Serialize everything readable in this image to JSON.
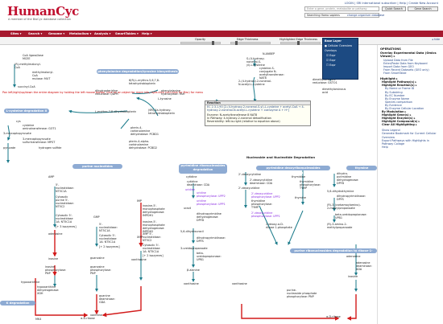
{
  "header": {
    "logo_text": "HumanCyc",
    "logo_sub": "A member of the BioCyc database collection",
    "top_links": "LOGIN | SRI International subscriber | Help | Create New Account",
    "search_placeholder": "Enter a gene, protein, metabolite or pathway",
    "quick_search_label": "Quick Search",
    "gene_search_label": "Gene Search",
    "organism_label": "Searching Homo sapiens",
    "change_organism_label": "change organism database"
  },
  "menubar": {
    "items": [
      "Sites ▾",
      "Search ▾",
      "Genome ▾",
      "Metabolism ▾",
      "Analysis ▾",
      "SmartTables ▾",
      "Help ▾"
    ],
    "help_right": "◂ hide"
  },
  "toolbar": {
    "opacity_label": "Opacity",
    "edge_label": "Edge Thickness",
    "hl_edge_label": "Highlighted Edge Thickness"
  },
  "layer_panel": {
    "title": "Base Layer",
    "option_cellular": "Cellular Overview",
    "overlays_label": "Overlays",
    "opt1": "Expr",
    "opt2": "Expr",
    "opt3": "Expr"
  },
  "warning": "Pan left/right/up/down the entire diagram by holding the left mouse button, click on an object for more info, right-click (ctrl-click for Mac) for menu",
  "tooltip": {
    "title": "Reaction",
    "reaction": "EC 2.3.1.90 [2-(4-hydroxy-2-nonenal-S-yl)-L-cysteine + acetyl-CoA → 4-hydroxy-2-nonenal-N-acetyl-L-cysteine + coenzyme A + H⁺]",
    "enzyme": "Enzyme: N-acetyltransferase 8 NAT8",
    "pathway": "In Pathway: 4-hydroxy-2-nonenal detoxification",
    "reversibility": "Reversibility: left-to-right (relative to equation above)"
  },
  "right_panel": {
    "operations_title": "OPERATIONS",
    "overlay_title": "Overlay Experimental Data (Omics Viewer) ▸",
    "overlay_items": [
      "Upload Data from File",
      "Enter/Paste Data from Keyboard",
      "Import Data from GEO",
      "From Recent Datasets (GEO only)",
      "From SmartTable"
    ],
    "highlight_title": "Highlight ▸",
    "highlight_items": [
      "Highlight Pathway(s) ▸",
      "Highlight Reaction(s) ▸",
      "By Name or Frame ID",
      "By Substring",
      "By EC Number",
      "By Enzyme Name",
      "Species comparison",
      "By Evidence",
      "By Enzyme Cellular Location",
      "By Modulation ▸",
      "Highlight Gene(s) ▸",
      "Highlight Enzyme(s) ▸",
      "Highlight Compound(s) ▸",
      "Clear All Highlighting ▸"
    ],
    "other_items": [
      "Show Legend",
      "Generate Bookmark for Current Cellular Overview",
      "Export Pathways with Highlights in Pathway Collage",
      "Help"
    ]
  },
  "pathways": {
    "phenylalanine": "phenylalanine degradation/tyrosine biosynthesis",
    "cysteine": "L-cysteine degradation II",
    "purine_deg": "purine nucleotides degradation",
    "pyr_deg": "pyrimidine ribonucleosides degradation",
    "pyr_deoxy": "pyrimidine deoxyribonucleosides degradation",
    "tyro_deg": "thymine degradation",
    "nucleo_title": "Nucleoside and Nucleotide Degradation",
    "purine_ribo": "purine ribonucleosides degradation to ribose-1-phosphate",
    "k_deg": "K degradation"
  },
  "nodes": {
    "n1": "CoA ligase/lase\nMCEE",
    "n2": "(R)-methylmalonyl-\nCoA",
    "n3": "methylmalonyl-\nCoA\nmutase: MUT",
    "n4": "succinyl-CoA",
    "n5": "6(R)-L-erythro-5,6,7,8-\ntetrahydrobiopterin",
    "n6": "phenylalanine\nhydroxylase: PAH",
    "n7": "L-tyrosine",
    "n8": "dihydropteridine\nreductase: QDPR",
    "n9": "L-erythro-7,8-dihydrobiopterin",
    "n10": "(6R)-4a-hydroxy-\ntetrahydrobiopterin",
    "n11": "pterin-4-\ncarbinolamine\ndehydratase: PCBD1",
    "n12": "pterin-4-alpha-\ncarbinolamine\ndehydratase: PCBD2",
    "n13": "cys",
    "n14": "cysteine\naminotransferase: GOT1",
    "n15": "3-mercaptopyruvate",
    "n16": "3-mercaptopyruvate\nsulfurtransferase: MPST",
    "n17": "pyruvate",
    "n18": "hydrogen sulfide",
    "n19": "N-ANBEP",
    "n20": "S-(4-hydroxy-\nnonenal-S-\nyl)-L-cysteine",
    "n21": "cysteine-S-\nconjugate N-\nacetyltransferase:\nNAT8",
    "n22": "2-(4-hydroxy-2-nonenal-\nN-acetyl-L-cysteine",
    "n23": "dimethylarsinate\nreductase: GSTO1",
    "n24": "dimethylarsinous\nacid",
    "n25": "AMP",
    "n26": "5'-\nnucleotidase:\nNT5C1A",
    "n27": "Cytosolic\npurine 5'-\nnucleotidase:\nNT5C2",
    "n28": "Cytosolic 5'-\nnucleotidase\n1A: NT5C1A",
    "n29": "[+ 3 isozymes]",
    "n30": "adenosine",
    "n31": "inosine",
    "n32": "GMP",
    "n33": "5'-\nnucleotidase:\nNT5C1A",
    "n34": "Cytosolic 5'-\nnucleotidase\n1A: NT5C1A",
    "n35": "[+ 2 isozymes]",
    "n36": "guanosine",
    "n37": "IMP",
    "n38": "inosine-5'-\nmonophosphate\ndehydrogenase:\nIMPDH1",
    "n39": "inosine-5'-\nmonophosphate\ndehydrogenase:\nIMPDH2",
    "n40": "XMP",
    "n41": "XMP 5'-\nnucleotidase:\nNT5C2",
    "n42": "Cytosolic 5'-\nnucleotidase\n1A: NT5C1A",
    "n43": "[+ 2 isozymes]",
    "n44": "xanthosine",
    "n45": "inosine\nphosphorylase:\nPNP",
    "n46": "guanosine\nphosphorylase:\nPNP",
    "n47": "hypoxanthine",
    "n48": "hypoxanthine\ndehydrogenase:\nXDH",
    "n49": "guanine\ndeaminase:\nGDA",
    "n50": "xanthine",
    "n51": "MK4",
    "n52": "cytidine",
    "n53": "cytidine\ndeaminase: CDA",
    "n54": "uridine",
    "n55": "uridine\nphosphorylase: UPP2",
    "n56": "uridine\nphosphorylase: UPP1",
    "n57": "uracil",
    "n58": "dihydropyrimidine\ndehydrogenase:\nDPYD",
    "n59": "5,6-dihydrouracil",
    "n60": "dihydropyrimidinase:\nDPYS",
    "n61": "3-ureidopropanoate",
    "n62": "beta-\nureidopropionase:\nUPB1",
    "n63": "β-alanine",
    "n64": "2'-deoxycytidine",
    "n65": "2'-deoxycytidine\ndeaminase: CDA",
    "n66": "2'-deoxyuridine",
    "n67": "2'-deoxyuridine\nphosphorylase: UPP2",
    "n68": "thymidine\nphosphorylase:\nTYMP",
    "n69": "2'-deoxyuridine\nphosphorylase: UPP1",
    "n70": "2-deoxy-α-D-\nribose 1-phosphate",
    "n71": "thymidine",
    "n72": "thymidine\nphosphorylase:\nTYMP",
    "n73": "thymine",
    "n74": "dihydro-\npyrimidine\ndehydrogenase:\nDPYD",
    "n75": "5,6-dihydrothymine",
    "n76": "dihydropyrimidinase:\nDPYS",
    "n77": "(R)-3-(carbamoylamino)-\n2-methylpropanoate",
    "n78": "beta-ureidopropionase:\nUPB1",
    "n79": "(R)-3-amino-2-\nmethylpropanoate",
    "n80": "adenosine",
    "n81": "adenosine\ndeaminase:\nADA",
    "n82": "inosine",
    "n83": "xanthosine",
    "n84": "purine-\nnucleoside phosphate\nphosphorylase: PNP",
    "n85": "α-D-ribose",
    "n86": "xanthosine",
    "n87": "α-D-ribose"
  }
}
